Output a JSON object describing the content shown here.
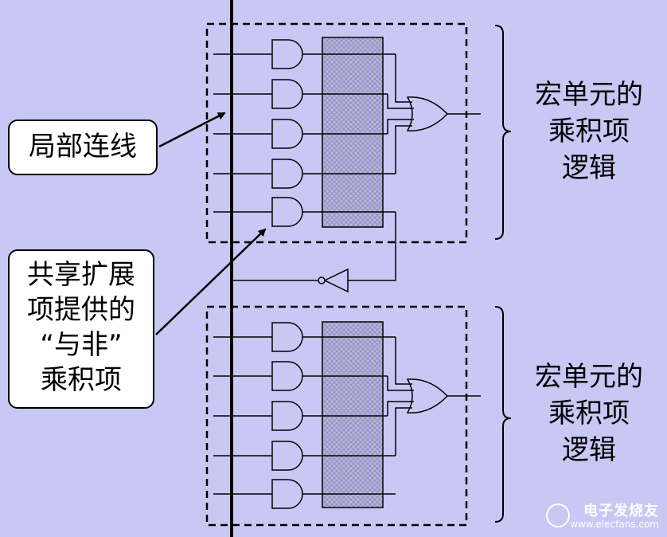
{
  "callouts": {
    "local_interconnect": "局部连线",
    "shared_expander": "共享扩展\n项提供的\n“与非”\n乘积项"
  },
  "macrocells": [
    {
      "label": "宏单元的\n乘积项\n逻辑"
    },
    {
      "label": "宏单元的\n乘积项\n逻辑"
    }
  ],
  "watermark": {
    "brand": "电子发烧友",
    "url": "www.elecfans.com"
  },
  "colors": {
    "background": "#c8c8f5",
    "matrix_fill": "#b4b4dc",
    "callout_fill": "#ffffff"
  }
}
